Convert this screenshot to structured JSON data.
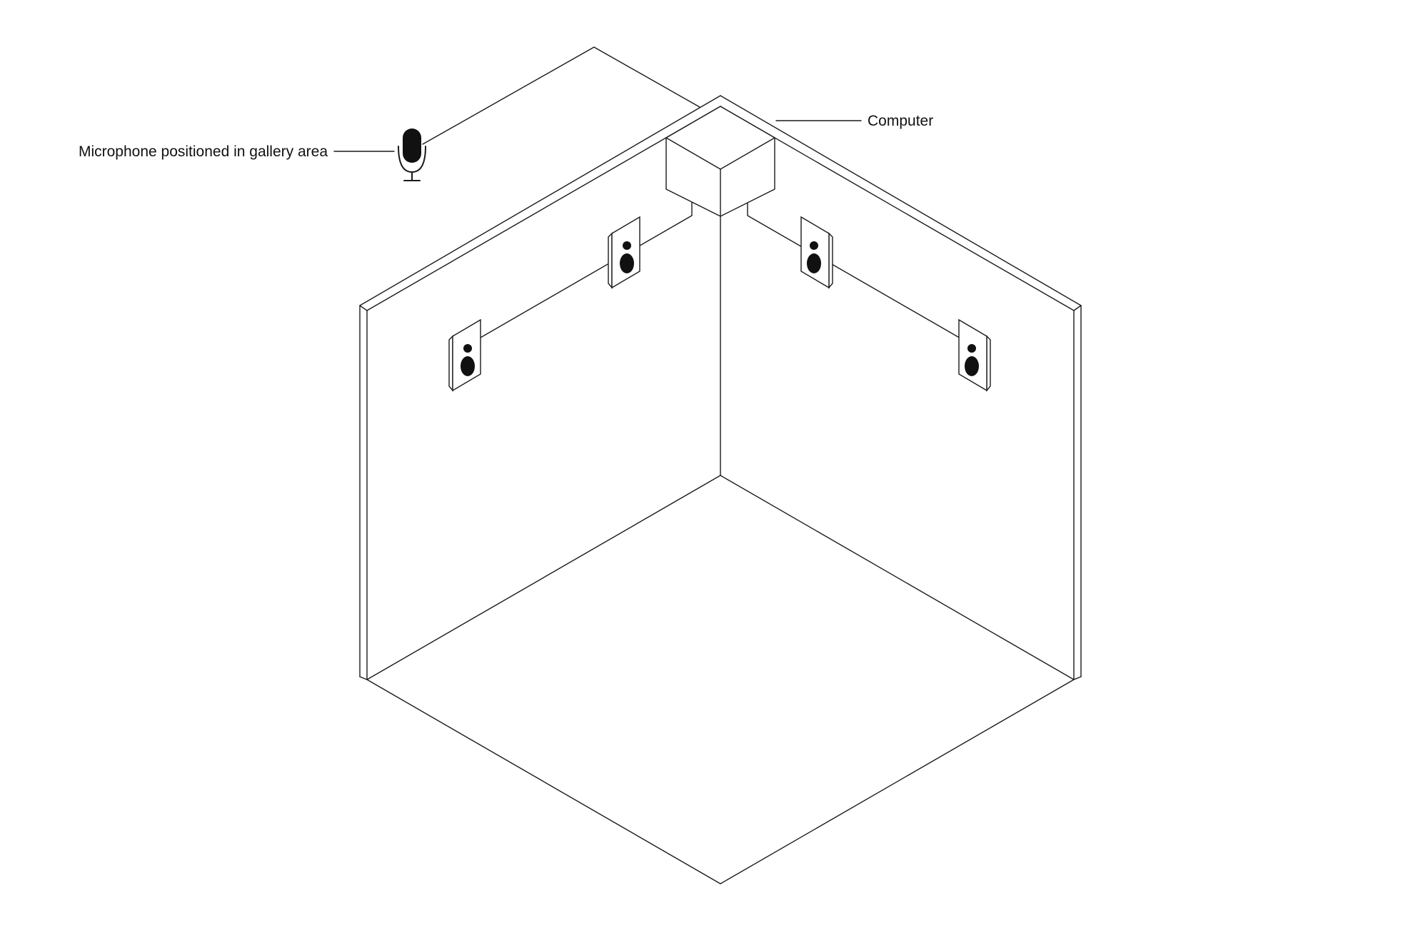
{
  "labels": {
    "microphone": "Microphone positioned in gallery area",
    "computer": "Computer"
  },
  "icons": {
    "microphone": "microphone-icon",
    "speaker": "speaker-icon",
    "computer": "computer-box"
  },
  "colors": {
    "line": "#1a1a1a",
    "text": "#111111",
    "background": "#ffffff"
  }
}
